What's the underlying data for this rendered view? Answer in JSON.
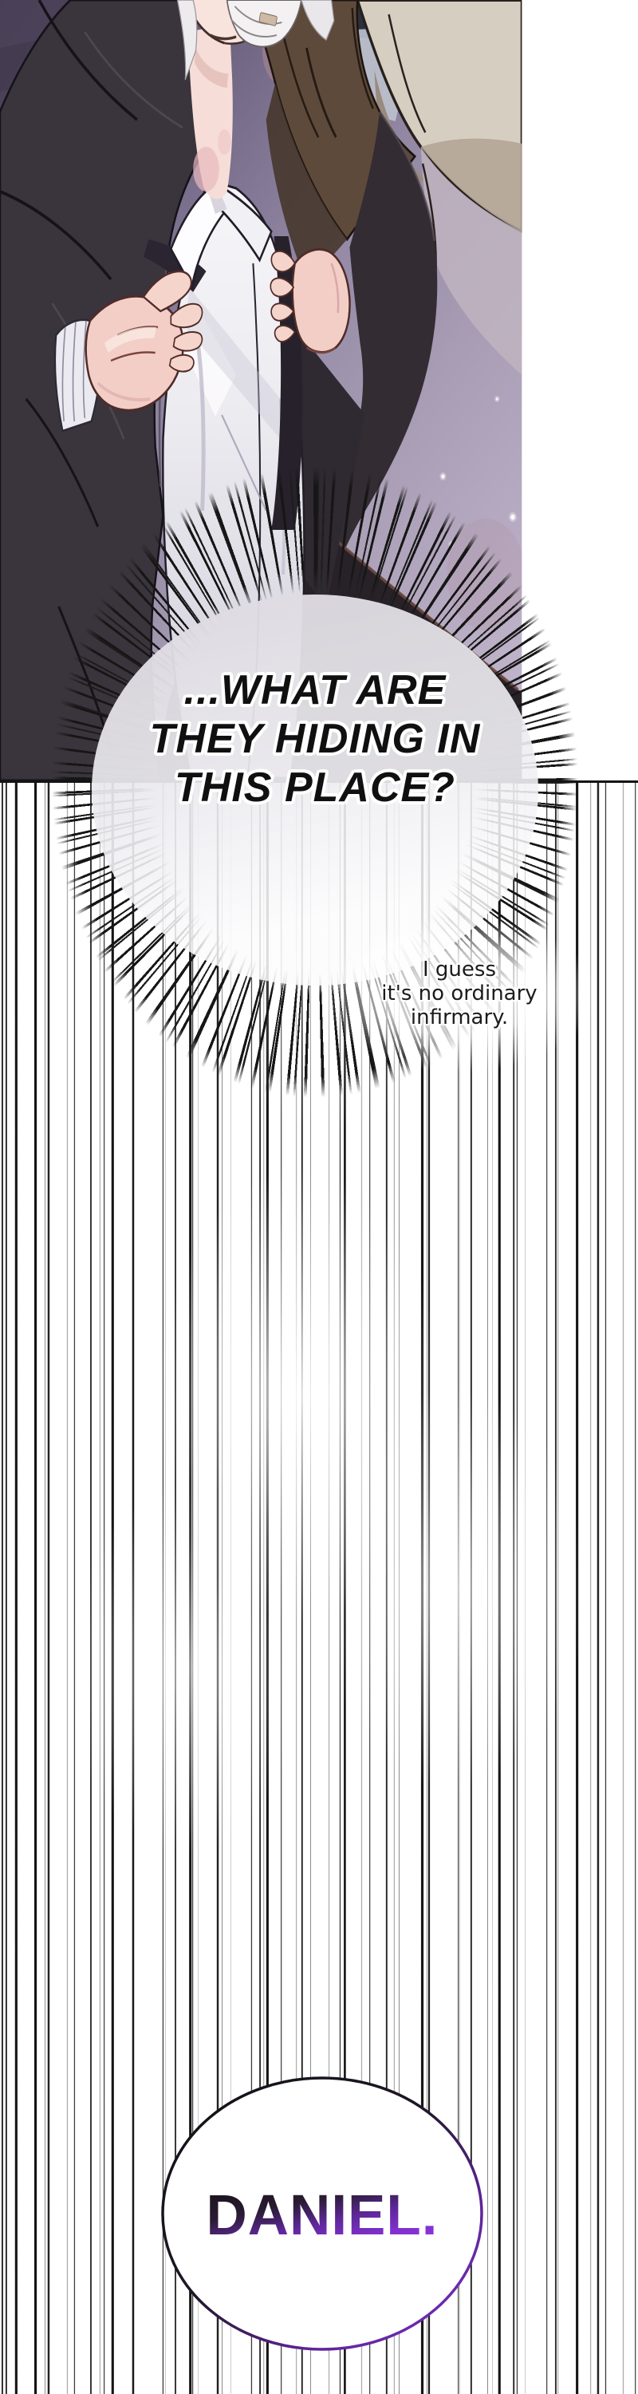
{
  "comic": {
    "burst_bubble": {
      "text": "...WHAT ARE\nTHEY HIDING IN\nTHIS PLACE?"
    },
    "thought": {
      "text": "I guess\nit's no ordinary\ninfirmary."
    },
    "daniel_bubble": {
      "text": "DANIEL."
    },
    "colors": {
      "accent_purple": "#8d33dd",
      "rim_purple": "#7b2cc4",
      "background_lavender": "#a89db4",
      "speed_line_black": "#141414",
      "cloak_dark": "#332c32",
      "hood_gray": "#3a343c",
      "shoulder_brown": "#5e4a3b",
      "pillow_beige": "#d7cec2",
      "shirt_white": "#f6f5f8",
      "skin_pink": "#f2cec7",
      "window_navy": "#2b2f3e"
    }
  }
}
